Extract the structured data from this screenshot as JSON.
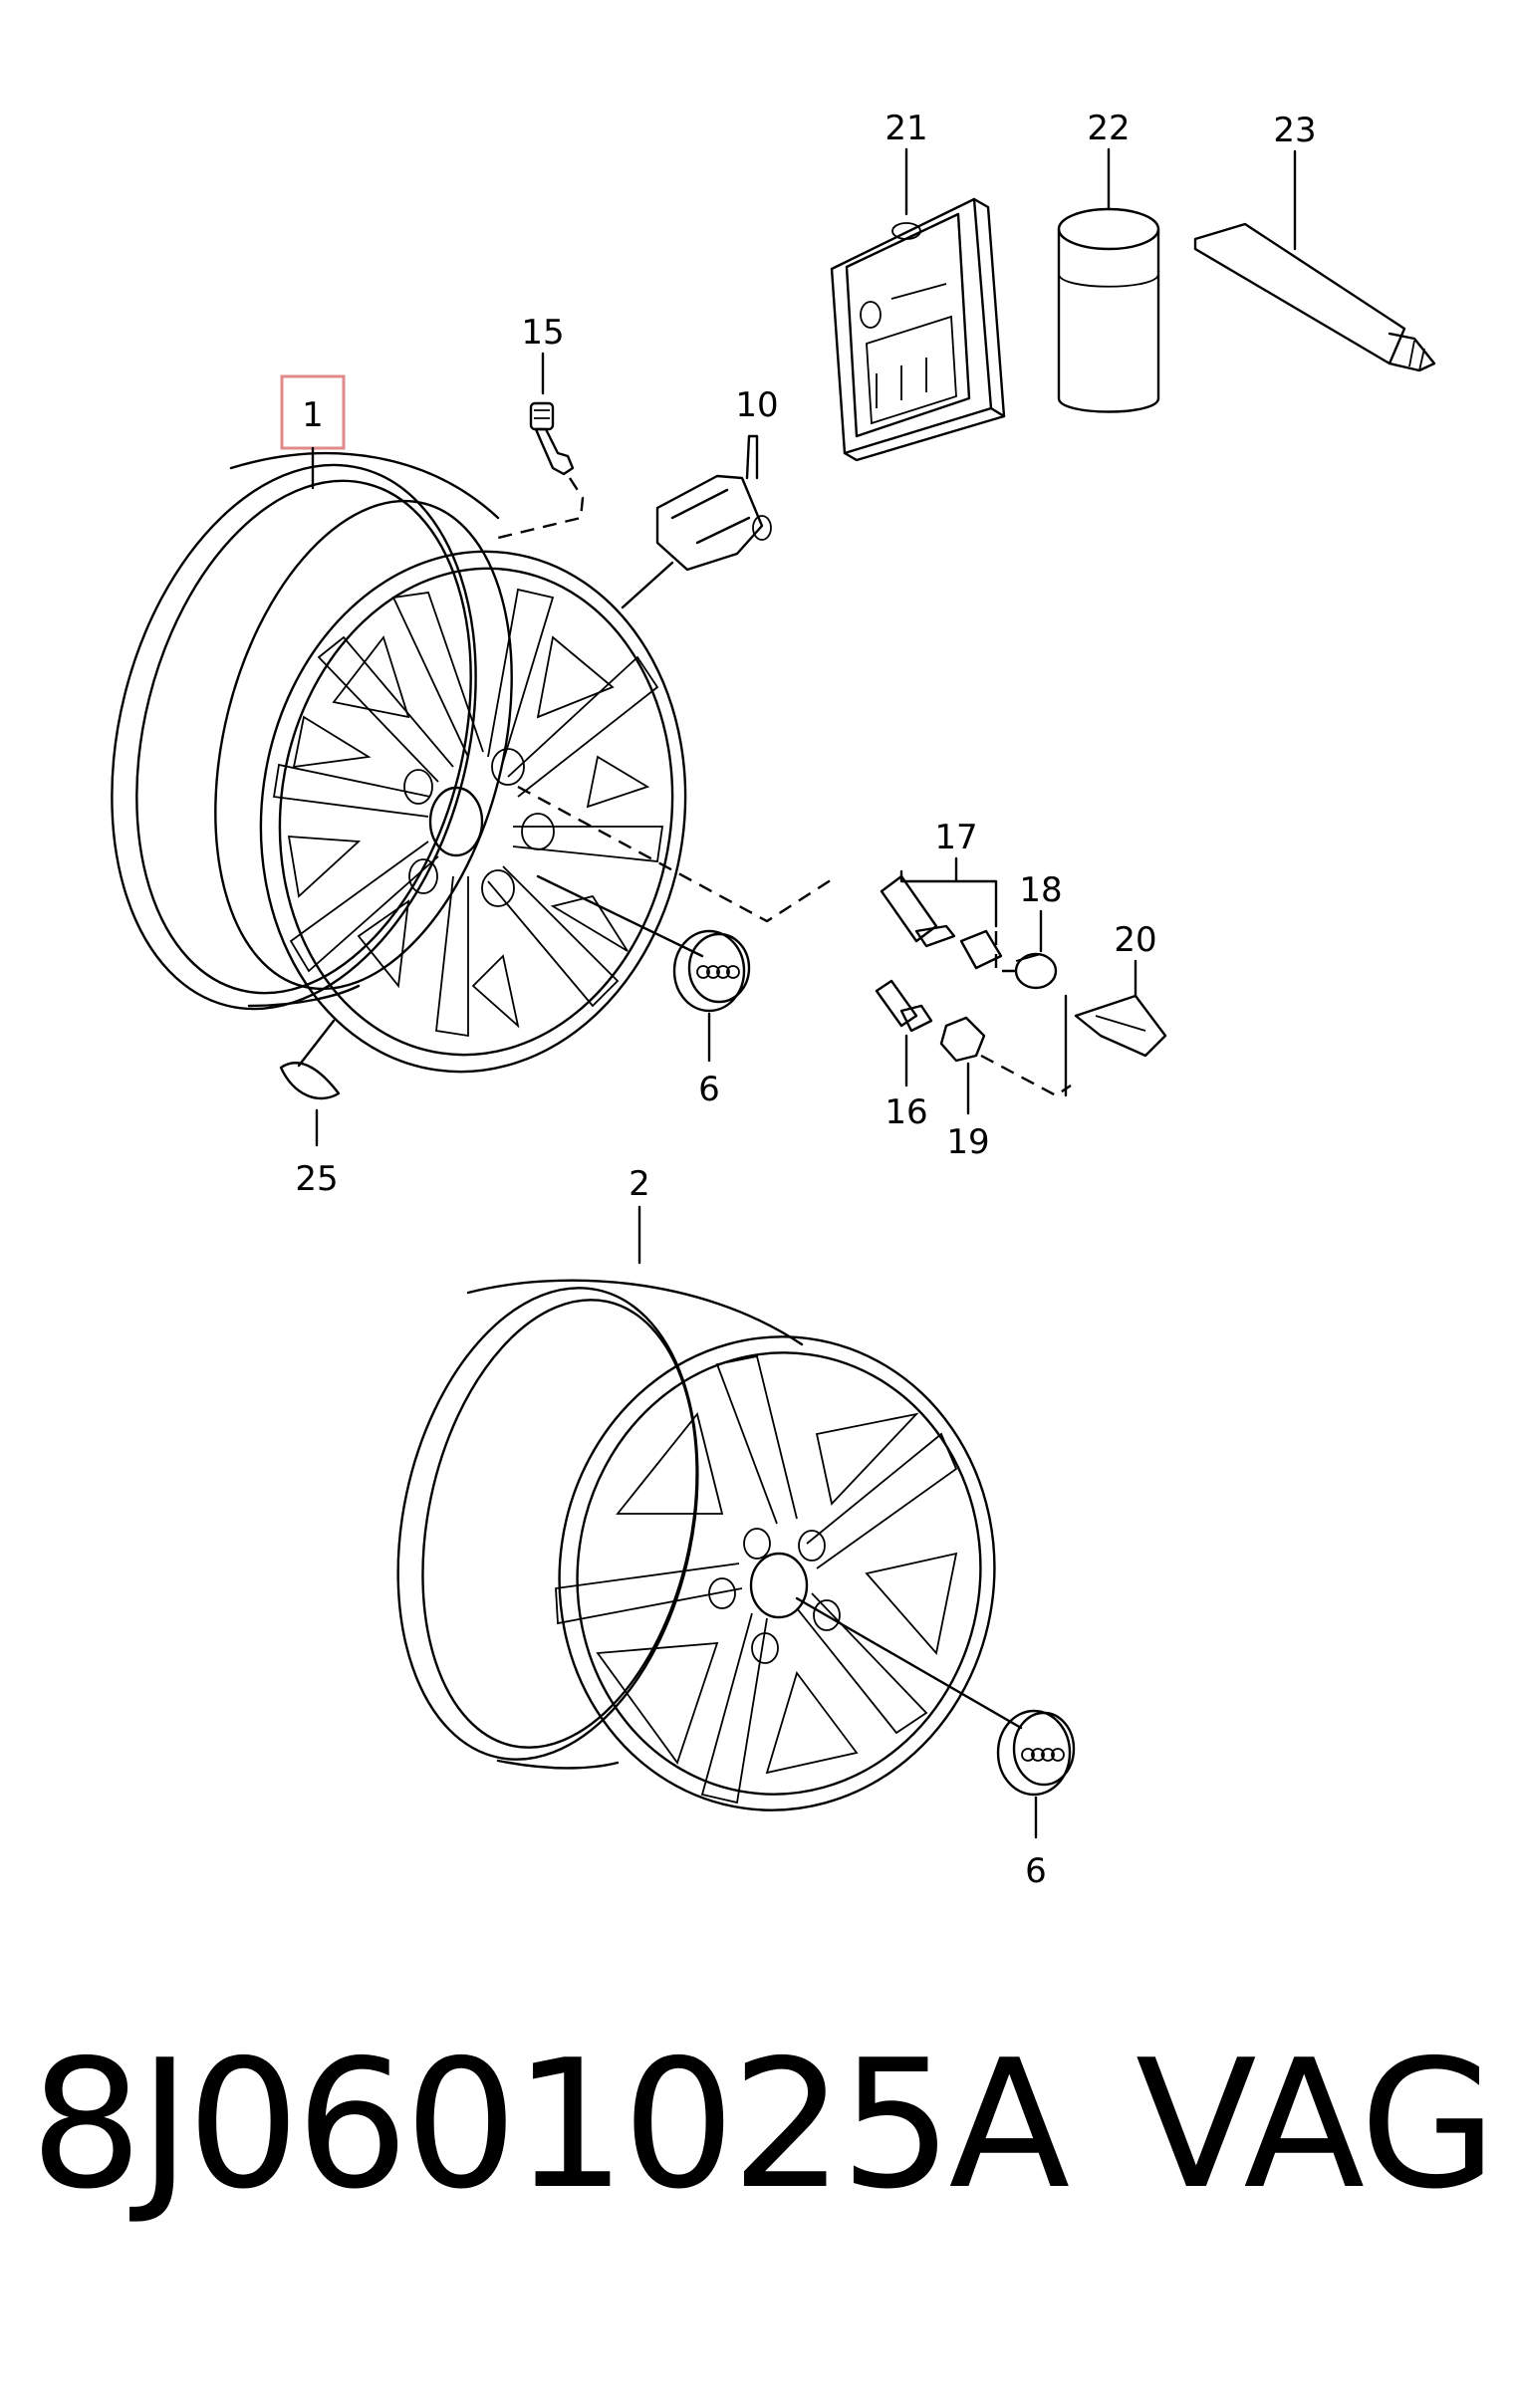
{
  "callouts": {
    "c1": "1",
    "c2": "2",
    "c6a": "6",
    "c6b": "6",
    "c10": "10",
    "c15": "15",
    "c16": "16",
    "c17": "17",
    "c18": "18",
    "c19": "19",
    "c20": "20",
    "c21": "21",
    "c22": "22",
    "c23": "23",
    "c25": "25"
  },
  "highlight": {
    "callout": "1",
    "color": "#e08a8a"
  },
  "footer": {
    "part_number": "8J0601025A",
    "brand": "VAG"
  }
}
